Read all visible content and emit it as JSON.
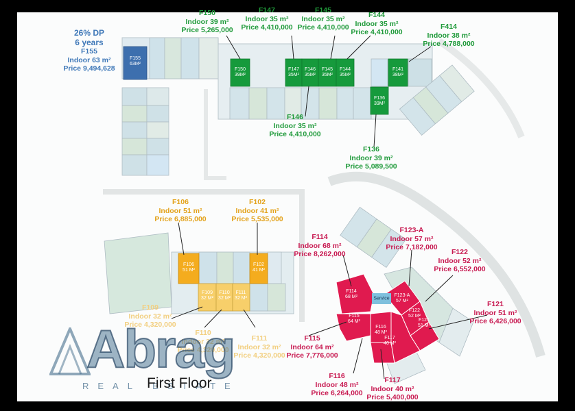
{
  "floor_title": "First Floor",
  "brand": {
    "name": "Abrag",
    "tagline": "REAL ESTATE"
  },
  "service_label": "Service",
  "colors": {
    "green": "#169a3c",
    "yellow": "#f4ac1e",
    "light_yellow": "#f7cf6a",
    "red": "#e01a4f",
    "blue": "#3d6fae"
  },
  "units": {
    "f155": {
      "code": "F155",
      "area": "63M²"
    },
    "f150": {
      "code": "F150",
      "area": "39M²"
    },
    "f147": {
      "code": "F147",
      "area": "35M²"
    },
    "f146": {
      "code": "F146",
      "area": "35M²"
    },
    "f145": {
      "code": "F145",
      "area": "35M²"
    },
    "f144": {
      "code": "F144",
      "area": "35M²"
    },
    "f141": {
      "code": "F141",
      "area": "38M²"
    },
    "f136": {
      "code": "F136",
      "area": "39M²"
    },
    "f106": {
      "code": "F106",
      "area": "51 M²"
    },
    "f102": {
      "code": "F102",
      "area": "41 M²"
    },
    "f109": {
      "code": "F109",
      "area": "32 M²"
    },
    "f110": {
      "code": "F110",
      "area": "32 M²"
    },
    "f111": {
      "code": "F111",
      "area": "32 M²"
    },
    "f114": {
      "code": "F114",
      "area": "68 M²"
    },
    "f115": {
      "code": "F115",
      "area": "64 M²"
    },
    "f118": {
      "code": "F116",
      "area": "48 M²"
    },
    "f117": {
      "code": "F117",
      "area": "40 M²"
    },
    "f123a": {
      "code": "F123-A",
      "area": "57 M²"
    },
    "f122": {
      "code": "F122",
      "area": "52 M²"
    },
    "f121": {
      "code": "F121",
      "area": "51 M²"
    }
  },
  "callouts": {
    "f155": {
      "dp": "26% DP",
      "years": "6 years",
      "code": "F155",
      "indoor": "Indoor 63 m²",
      "price": "Price 9,494,628"
    },
    "f150": {
      "code": "F150",
      "indoor": "Indoor 39 m²",
      "price": "Price 5,265,000"
    },
    "f147": {
      "code": "F147",
      "indoor": "Indoor 35 m²",
      "price": "Price 4,410,000"
    },
    "f145": {
      "code": "F145",
      "indoor": "Indoor 35 m²",
      "price": "Price 4,410,000"
    },
    "f144": {
      "code": "F144",
      "indoor": "Indoor 35 m²",
      "price": "Price 4,410,000"
    },
    "f414": {
      "code": "F414",
      "indoor": "Indoor 38 m²",
      "price": "Price 4,788,000"
    },
    "f146": {
      "code": "F146",
      "indoor": "Indoor 35 m²",
      "price": "Price 4,410,000"
    },
    "f136": {
      "code": "F136",
      "indoor": "Indoor 39 m²",
      "price": "Price 5,089,500"
    },
    "f106": {
      "code": "F106",
      "indoor": "Indoor 51 m²",
      "price": "Price 6,885,000"
    },
    "f102": {
      "code": "F102",
      "indoor": "Indoor 41 m²",
      "price": "Price 5,535,000"
    },
    "f109": {
      "code": "F109",
      "indoor": "Indoor 32 m²",
      "price": "Price 4,320,000"
    },
    "f110": {
      "code": "F110",
      "indoor": "Indoor 32 m²",
      "price": "Price 4,320,000"
    },
    "f111": {
      "code": "F111",
      "indoor": "Indoor 32 m²",
      "price": "Price 4,320,000"
    },
    "f114": {
      "code": "F114",
      "indoor": "Indoor 68 m²",
      "price": "Price 8,262,000"
    },
    "f123a": {
      "code": "F123-A",
      "indoor": "Indoor 57 m²",
      "price": "Price 7,182,000"
    },
    "f122": {
      "code": "F122",
      "indoor": "Indoor 52 m²",
      "price": "Price 6,552,000"
    },
    "f121": {
      "code": "F121",
      "indoor": "Indoor 51 m²",
      "price": "Price 6,426,000"
    },
    "f115": {
      "code": "F115",
      "indoor": "Indoor 64 m²",
      "price": "Price 7,776,000"
    },
    "f116": {
      "code": "F116",
      "indoor": "Indoor 48 m²",
      "price": "Price 6,264,000"
    },
    "f117": {
      "code": "F117",
      "indoor": "Indoor 40 m²",
      "price": "Price 5,400,000"
    }
  }
}
